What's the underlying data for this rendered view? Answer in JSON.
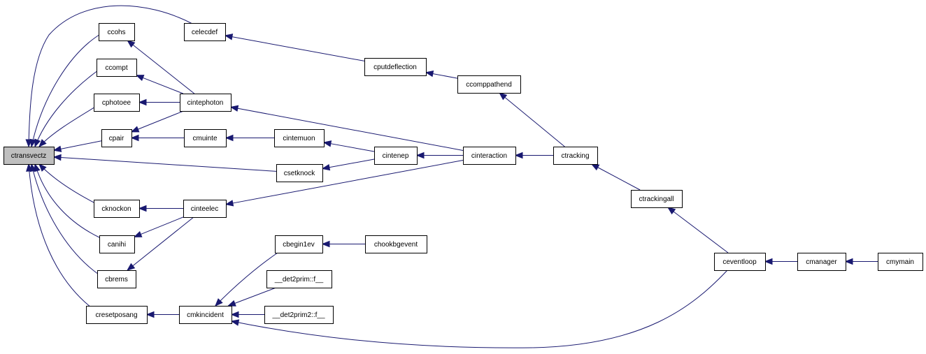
{
  "graph": {
    "colors": {
      "edge": "#191970",
      "node_border": "#000000",
      "node_fill": "#ffffff",
      "root_fill": "#bfbfbf"
    },
    "nodes": [
      {
        "id": "ctransvectz",
        "label": "ctransvectz",
        "root": true
      },
      {
        "id": "ccohs",
        "label": "ccohs"
      },
      {
        "id": "ccompt",
        "label": "ccompt"
      },
      {
        "id": "cphotoee",
        "label": "cphotoee"
      },
      {
        "id": "cpair",
        "label": "cpair"
      },
      {
        "id": "cknockon",
        "label": "cknockon"
      },
      {
        "id": "canihi",
        "label": "canihi"
      },
      {
        "id": "cbrems",
        "label": "cbrems"
      },
      {
        "id": "cresetposang",
        "label": "cresetposang"
      },
      {
        "id": "celecdef",
        "label": "celecdef"
      },
      {
        "id": "cintephoton",
        "label": "cintephoton"
      },
      {
        "id": "cmuinte",
        "label": "cmuinte"
      },
      {
        "id": "cinteelec",
        "label": "cinteelec"
      },
      {
        "id": "cmkincident",
        "label": "cmkincident"
      },
      {
        "id": "cintemuon",
        "label": "cintemuon"
      },
      {
        "id": "csetknock",
        "label": "csetknock"
      },
      {
        "id": "cbegin1ev",
        "label": "cbegin1ev"
      },
      {
        "id": "det2prim_f",
        "label": "__det2prim::f__"
      },
      {
        "id": "det2prim2_f",
        "label": "__det2prim2::f__"
      },
      {
        "id": "cputdeflection",
        "label": "cputdeflection"
      },
      {
        "id": "cintenep",
        "label": "cintenep"
      },
      {
        "id": "chookbgevent",
        "label": "chookbgevent"
      },
      {
        "id": "ccomppathend",
        "label": "ccomppathend"
      },
      {
        "id": "cinteraction",
        "label": "cinteraction"
      },
      {
        "id": "ctracking",
        "label": "ctracking"
      },
      {
        "id": "ctrackingall",
        "label": "ctrackingall"
      },
      {
        "id": "ceventloop",
        "label": "ceventloop"
      },
      {
        "id": "cmanager",
        "label": "cmanager"
      },
      {
        "id": "cmymain",
        "label": "cmymain"
      }
    ],
    "edges": [
      {
        "from": "ccohs",
        "to": "ctransvectz"
      },
      {
        "from": "ccompt",
        "to": "ctransvectz"
      },
      {
        "from": "cphotoee",
        "to": "ctransvectz"
      },
      {
        "from": "cpair",
        "to": "ctransvectz"
      },
      {
        "from": "cknockon",
        "to": "ctransvectz"
      },
      {
        "from": "canihi",
        "to": "ctransvectz"
      },
      {
        "from": "cbrems",
        "to": "ctransvectz"
      },
      {
        "from": "cresetposang",
        "to": "ctransvectz"
      },
      {
        "from": "celecdef",
        "to": "ctransvectz"
      },
      {
        "from": "csetknock",
        "to": "ctransvectz"
      },
      {
        "from": "cintephoton",
        "to": "ccohs"
      },
      {
        "from": "cintephoton",
        "to": "ccompt"
      },
      {
        "from": "cintephoton",
        "to": "cphotoee"
      },
      {
        "from": "cintephoton",
        "to": "cpair"
      },
      {
        "from": "cmuinte",
        "to": "cpair"
      },
      {
        "from": "cinteelec",
        "to": "cknockon"
      },
      {
        "from": "cinteelec",
        "to": "canihi"
      },
      {
        "from": "cinteelec",
        "to": "cbrems"
      },
      {
        "from": "cmkincident",
        "to": "cresetposang"
      },
      {
        "from": "cputdeflection",
        "to": "celecdef"
      },
      {
        "from": "cintemuon",
        "to": "cmuinte"
      },
      {
        "from": "cintenep",
        "to": "cintemuon"
      },
      {
        "from": "cintenep",
        "to": "csetknock"
      },
      {
        "from": "cinteraction",
        "to": "cintephoton"
      },
      {
        "from": "cinteraction",
        "to": "cintenep"
      },
      {
        "from": "cinteraction",
        "to": "cinteelec"
      },
      {
        "from": "cbegin1ev",
        "to": "cmkincident"
      },
      {
        "from": "det2prim_f",
        "to": "cmkincident"
      },
      {
        "from": "det2prim2_f",
        "to": "cmkincident"
      },
      {
        "from": "chookbgevent",
        "to": "cbegin1ev"
      },
      {
        "from": "ccomppathend",
        "to": "cputdeflection"
      },
      {
        "from": "ctracking",
        "to": "ccomppathend"
      },
      {
        "from": "ctracking",
        "to": "cinteraction"
      },
      {
        "from": "ctrackingall",
        "to": "ctracking"
      },
      {
        "from": "ceventloop",
        "to": "ctrackingall"
      },
      {
        "from": "ceventloop",
        "to": "cmkincident"
      },
      {
        "from": "cmanager",
        "to": "ceventloop"
      },
      {
        "from": "cmymain",
        "to": "cmanager"
      }
    ]
  }
}
